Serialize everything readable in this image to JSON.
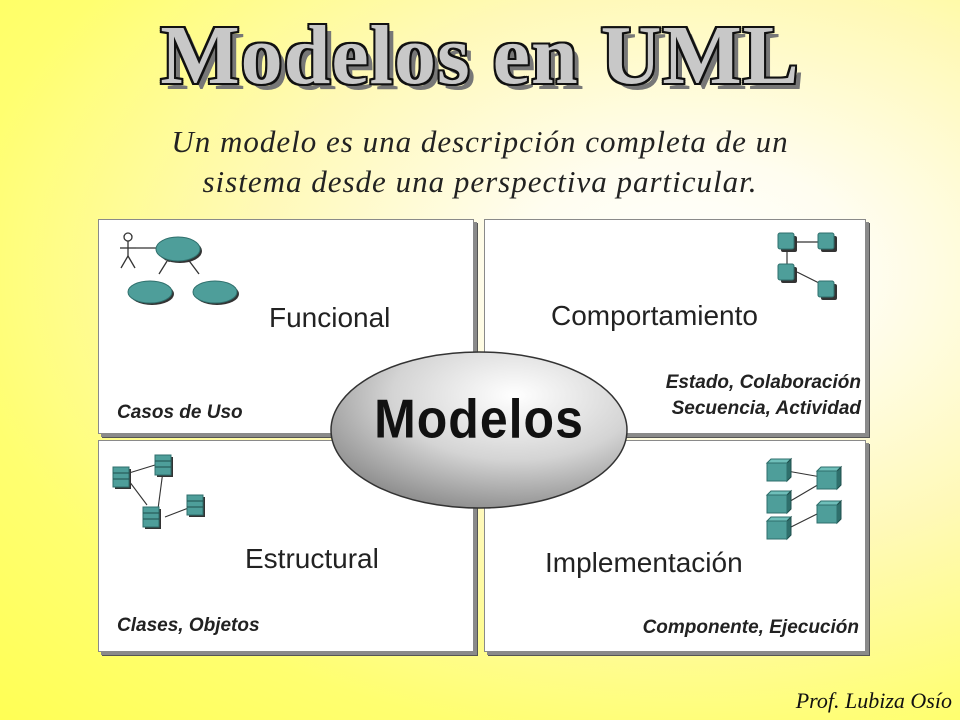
{
  "slide": {
    "title": "Modelos en UML",
    "subtitle_lines": [
      "Un modelo es una descripción completa de un",
      "sistema desde una perspectiva particular."
    ],
    "center_label": "Modelos",
    "signature": "Prof. Lubiza Osío"
  },
  "panels": {
    "funcional": {
      "title": "Funcional",
      "sub_lines": [
        "Casos de Uso"
      ],
      "icon": "use-case-icon"
    },
    "comportamiento": {
      "title": "Comportamiento",
      "sub_lines": [
        "Estado, Colaboración",
        "Secuencia, Actividad"
      ],
      "icon": "state-diagram-icon"
    },
    "estructural": {
      "title": "Estructural",
      "sub_lines": [
        "Clases, Objetos"
      ],
      "icon": "class-diagram-icon"
    },
    "implementacion": {
      "title": "Implementación",
      "sub_lines": [
        "Componente, Ejecución"
      ],
      "icon": "component-diagram-icon"
    }
  },
  "colors": {
    "icon_fill": "#4e9e9a",
    "icon_dark": "#2f6f6c",
    "ellipse_light": "#ffffff",
    "ellipse_dark": "#8e8e8e"
  }
}
